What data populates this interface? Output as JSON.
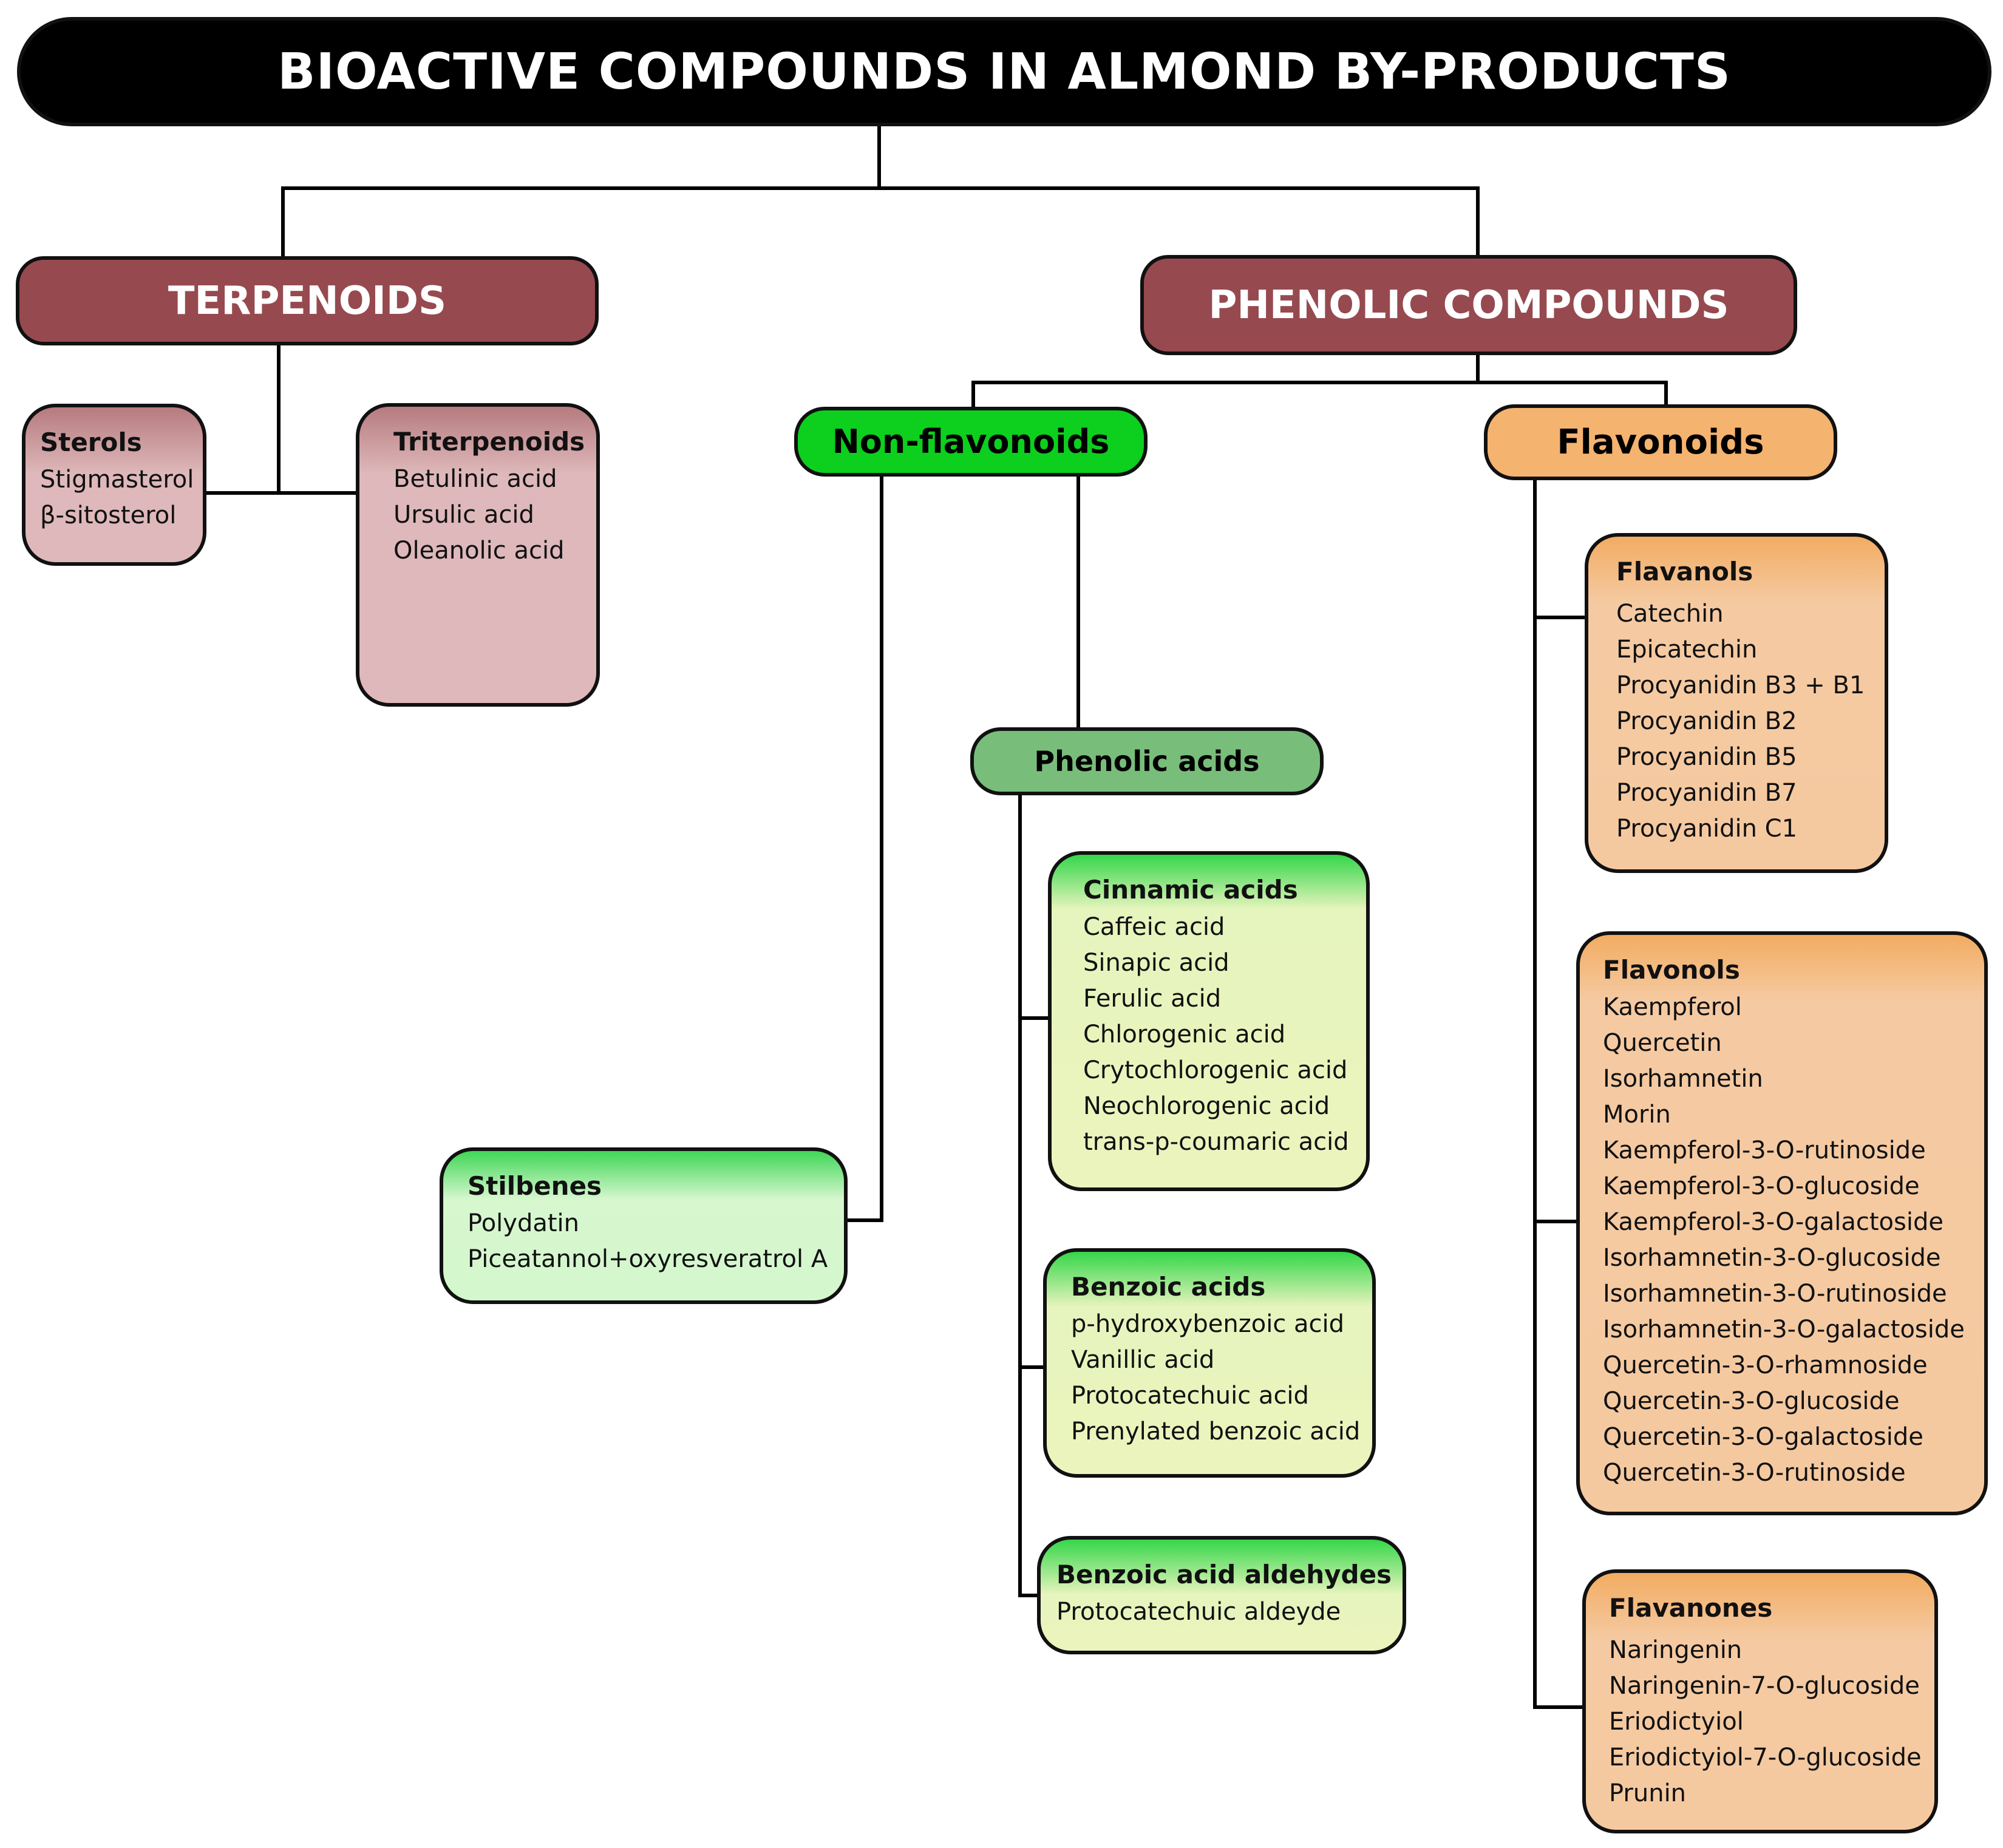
{
  "title": "BIOACTIVE COMPOUNDS IN ALMOND BY-PRODUCTS",
  "terpenoids": {
    "label": "TERPENOIDS",
    "sterols": {
      "title": "Sterols",
      "items": [
        "Stigmasterol",
        "β-sitosterol"
      ]
    },
    "triterpenoids": {
      "title": "Triterpenoids",
      "items": [
        "Betulinic acid",
        "Ursulic acid",
        "Oleanolic acid"
      ]
    }
  },
  "phenolic": {
    "label": "PHENOLIC COMPOUNDS",
    "non_flavonoids": {
      "label": "Non-flavonoids",
      "stilbenes": {
        "title": "Stilbenes",
        "items": [
          "Polydatin",
          "Piceatannol+oxyresveratrol A"
        ]
      },
      "phenolic_acids": {
        "label": "Phenolic acids",
        "cinnamic": {
          "title": "Cinnamic acids",
          "items": [
            "Caffeic acid",
            "Sinapic acid",
            "Ferulic acid",
            "Chlorogenic acid",
            "Crytochlorogenic acid",
            "Neochlorogenic acid",
            "trans-p-coumaric acid"
          ]
        },
        "benzoic": {
          "title": "Benzoic acids",
          "items": [
            "p-hydroxybenzoic acid",
            "Vanillic acid",
            "Protocatechuic acid",
            "Prenylated benzoic acid"
          ]
        },
        "aldehydes": {
          "title": "Benzoic acid aldehydes",
          "items": [
            "Protocatechuic aldeyde"
          ]
        }
      }
    },
    "flavonoids": {
      "label": "Flavonoids",
      "flavanols": {
        "title": "Flavanols",
        "items": [
          "Catechin",
          "Epicatechin",
          "Procyanidin B3 + B1",
          "Procyanidin B2",
          "Procyanidin B5",
          "Procyanidin B7",
          "Procyanidin C1"
        ]
      },
      "flavonols": {
        "title": "Flavonols",
        "items": [
          "Kaempferol",
          "Quercetin",
          "Isorhamnetin",
          "Morin",
          "Kaempferol-3-O-rutinoside",
          "Kaempferol-3-O-glucoside",
          "Kaempferol-3-O-galactoside",
          "Isorhamnetin-3-O-glucoside",
          "Isorhamnetin-3-O-rutinoside",
          "Isorhamnetin-3-O-galactoside",
          "Quercetin-3-O-rhamnoside",
          "Quercetin-3-O-glucoside",
          "Quercetin-3-O-galactoside",
          "Quercetin-3-O-rutinoside"
        ]
      },
      "flavanones": {
        "title": "Flavanones",
        "items": [
          "Naringenin",
          "Naringenin-7-O-glucoside",
          "Eriodictyiol",
          "Eriodictyiol-7-O-glucoside",
          "Prunin"
        ]
      }
    }
  }
}
